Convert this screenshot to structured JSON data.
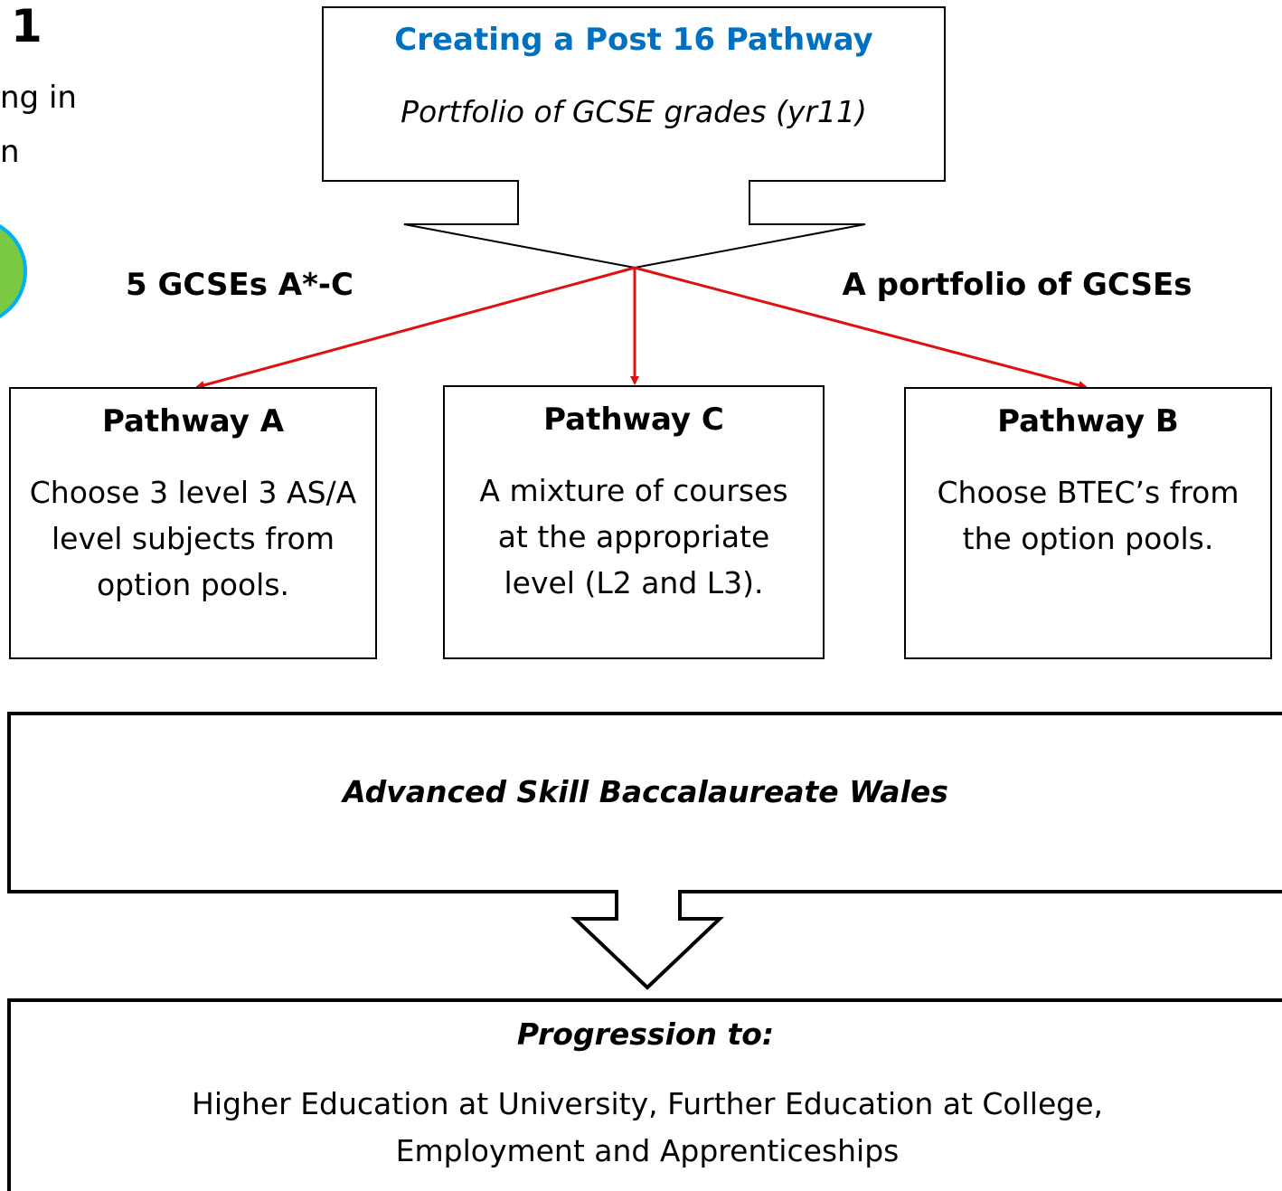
{
  "fragments": {
    "number": "1",
    "line1": "ng in",
    "line2": "n"
  },
  "top_box": {
    "title": "Creating  a  Post 16 Pathway",
    "subtitle": "Portfolio of GCSE grades (yr11)"
  },
  "branches": {
    "left": "5 GCSEs A*-C",
    "right": "A portfolio of GCSEs"
  },
  "pathways": [
    {
      "title": "Pathway A",
      "body": "Choose 3 level 3 AS/A level subjects from option pools."
    },
    {
      "title": "Pathway C",
      "body": "A mixture of courses at the appropriate level (L2 and L3)."
    },
    {
      "title": "Pathway B",
      "body": "Choose  BTEC’s from the option pools."
    }
  ],
  "band": {
    "label": "Advanced Skill Baccalaureate Wales"
  },
  "progression": {
    "title": "Progression to:",
    "body": "Higher Education at University, Further Education at College, Employment and Apprenticeships"
  },
  "colors": {
    "title_blue": "#0070c0",
    "arrow_red": "#e01010",
    "circle_green": "#7ac943",
    "circle_ring": "#00b0f0"
  }
}
